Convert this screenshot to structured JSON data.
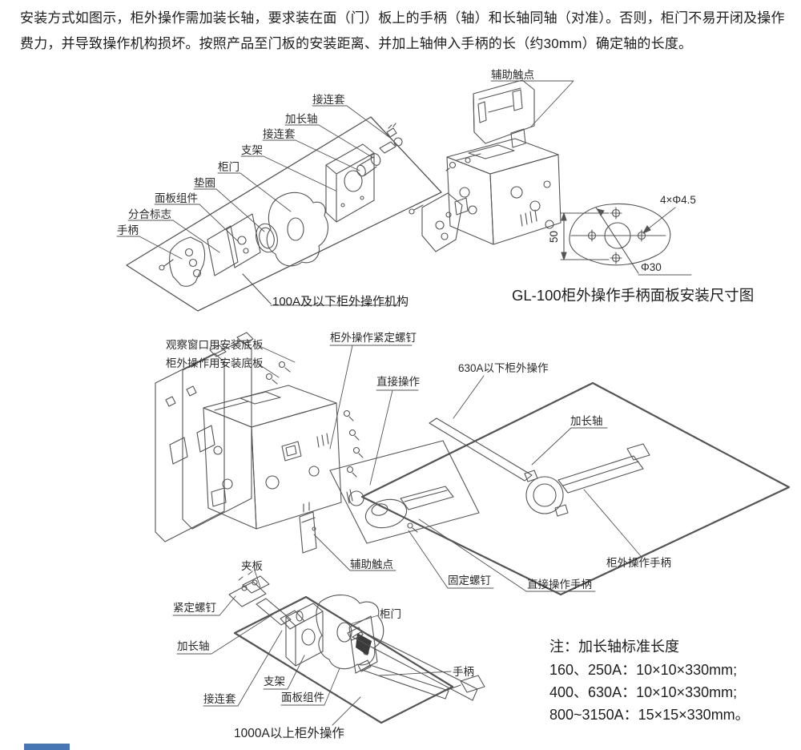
{
  "intro": {
    "line1": "安装方式如图示，柜外操作需加装长轴，要求装在面（门）板上的手柄（轴）和长轴同轴（对准）。否则，柜门不易开闭及操作",
    "line2": "费力，并导致操作机构损坏。按照产品至门板的安装距离、并加上轴伸入手柄的长（约30mm）确定轴的长度。"
  },
  "diagram_100a": {
    "caption": "100A及以下柜外操作机构",
    "labels": {
      "connector_sleeve_top": "接连套",
      "extension_shaft": "加长轴",
      "connector_sleeve_bottom": "接连套",
      "bracket": "支架",
      "cabinet_door": "柜门",
      "washer": "垫圈",
      "panel_assembly": "面板组件",
      "on_off_indicator": "分合标志",
      "handle": "手柄"
    }
  },
  "diagram_aux": {
    "aux_contact": "辅助触点"
  },
  "dimension_drawing": {
    "caption": "GL-100柜外操作手柄面板安装尺寸图",
    "hole_dim": "4×Φ4.5",
    "height_dim": "50",
    "center_dim": "Φ30"
  },
  "diagram_630a": {
    "labels": {
      "window_base_plate": "观察窗口用安装底板",
      "external_base_plate": "柜外操作用安装底板",
      "set_screw": "柜外操作紧定螺钉",
      "direct_operation": "直接操作",
      "title": "630A以下柜外操作",
      "extension_shaft": "加长轴",
      "external_handle": "柜外操作手柄",
      "aux_contact": "辅助触点",
      "fixing_screw": "固定螺钉",
      "direct_handle": "直接操作手柄"
    }
  },
  "diagram_1000a": {
    "caption": "1000A以上柜外操作",
    "labels": {
      "clamp_plate": "夹板",
      "set_screw": "紧定螺钉",
      "extension_shaft": "加长轴",
      "connector_sleeve": "接连套",
      "bracket": "支架",
      "panel_assembly": "面板组件",
      "cabinet_door": "柜门",
      "handle": "手柄"
    }
  },
  "note": {
    "title": "注：加长轴标准长度",
    "line1": "160、250A：10×10×330mm;",
    "line2": "400、630A：10×10×330mm;",
    "line3": "800~3150A：15×15×330mm。"
  },
  "colors": {
    "line": "#545454",
    "text": "#2a2a2a",
    "accent_bar": "#4677b4"
  }
}
